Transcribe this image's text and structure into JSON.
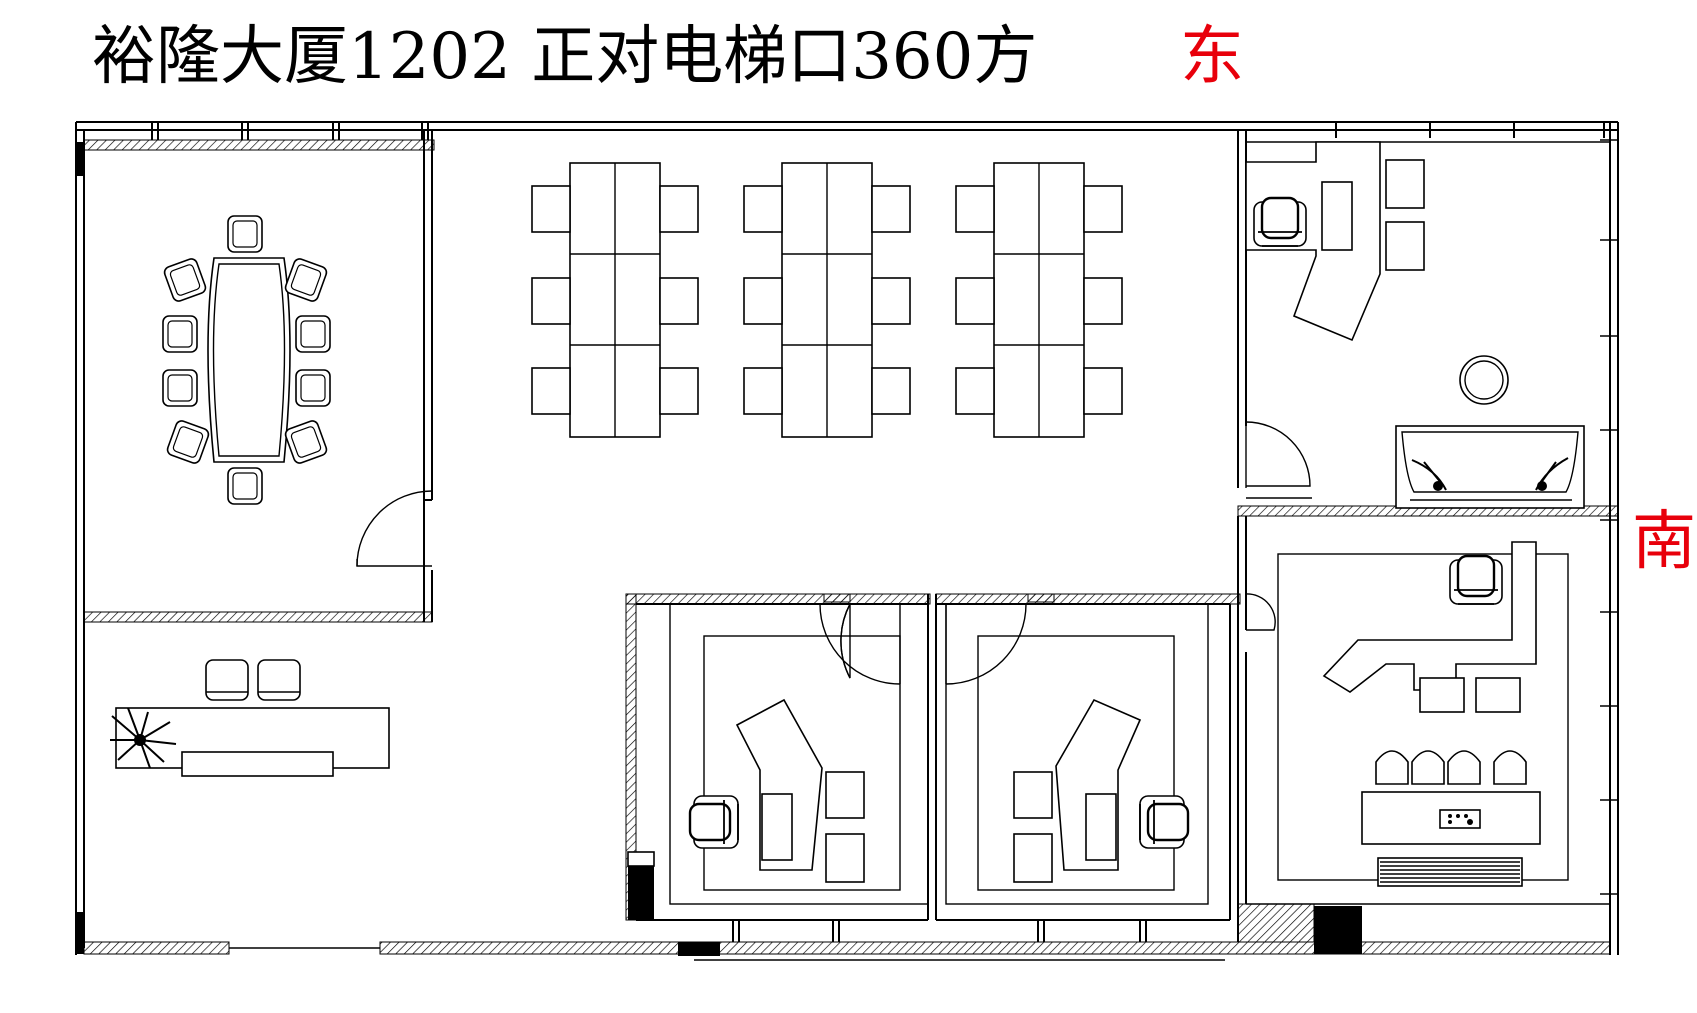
{
  "title": "裕隆大厦1202 正对电梯口360方",
  "compass": {
    "east": "东",
    "south": "南",
    "color": "#e8000b"
  },
  "line_color": "#000000",
  "background_color": "#ffffff"
}
